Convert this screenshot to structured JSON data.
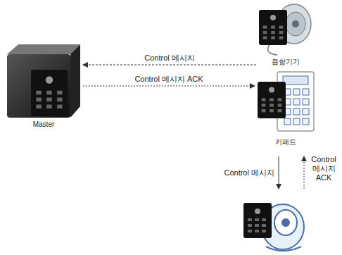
{
  "diagram": {
    "nodes": [
      {
        "text": [
          "Master"
        ]
      },
      {
        "text": [
          "음향기기"
        ]
      },
      {
        "text": [
          "키패드"
        ]
      }
    ],
    "edges": [
      {
        "from": 1,
        "to": 0,
        "label": "Control 메시지",
        "arrow": "to"
      },
      {
        "from": 0,
        "to": 2,
        "label": "Control 메시지 ACK",
        "arrow": "to"
      }
    ],
    "labels": [
      "Control 메시지",
      "Control 메시지 ACK"
    ]
  }
}
